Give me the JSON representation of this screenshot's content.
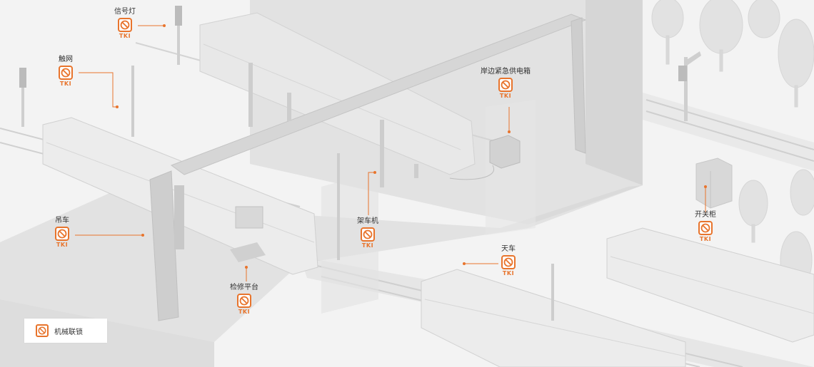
{
  "badge_text": "TKI",
  "icon": "prohibition-icon",
  "colors": {
    "accent": "#e8742c",
    "background": "#f3f3f3"
  },
  "labels": {
    "signal": "信号灯",
    "catenary": "触网",
    "shore_power_box": "岸边紧急供电箱",
    "crane": "吊车",
    "jacking_machine": "架车机",
    "switch_cabinet": "开关柜",
    "overhead_crane": "天车",
    "maintenance_platform": "检修平台"
  },
  "legend": {
    "label": "机械联锁"
  }
}
